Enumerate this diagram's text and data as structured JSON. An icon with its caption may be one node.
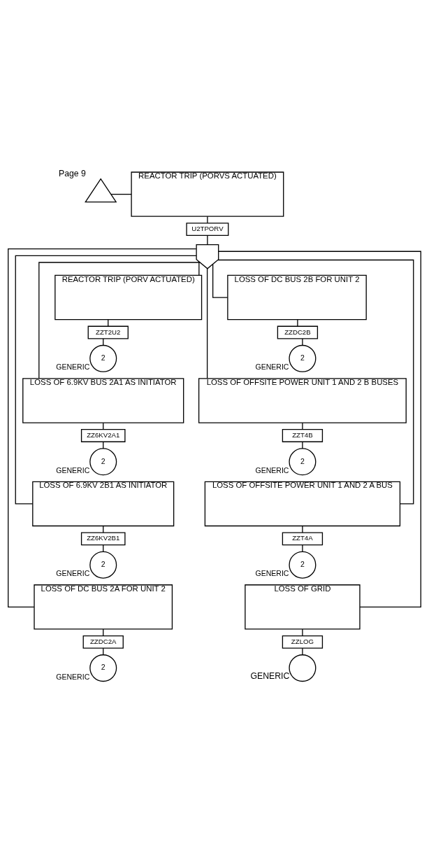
{
  "diagram": {
    "nodes": [
      {
        "text": [],
        "shape": "triangle",
        "beside": [
          "Page 9"
        ]
      },
      {
        "text": [
          "REACTOR TRIP (PORVS ACTUATED)"
        ]
      },
      {
        "text": [
          "U2TPORV"
        ]
      },
      {
        "text": [],
        "shape": "or-gate"
      },
      {
        "text": [
          "REACTOR TRIP (PORV ACTUATED)"
        ]
      },
      {
        "text": [
          "ZZT2U2"
        ]
      },
      {
        "text": [
          "2"
        ],
        "beside": [
          "GENERIC"
        ]
      },
      {
        "text": [
          "LOSS OF DC BUS 2B FOR UNIT 2"
        ]
      },
      {
        "text": [
          "ZZDC2B"
        ]
      },
      {
        "text": [
          "2"
        ],
        "beside": [
          "GENERIC"
        ]
      },
      {
        "text": [
          "LOSS OF 6.9KV BUS 2A1 AS INITIATOR"
        ]
      },
      {
        "text": [
          "ZZ6KV2A1"
        ]
      },
      {
        "text": [
          "2"
        ],
        "beside": [
          "GENERIC"
        ]
      },
      {
        "text": [
          "LOSS OF OFFSITE POWER UNIT 1 AND 2 B BUSES"
        ]
      },
      {
        "text": [
          "ZZT4B"
        ]
      },
      {
        "text": [
          "2"
        ],
        "beside": [
          "GENERIC"
        ]
      },
      {
        "text": [
          "LOSS OF 6.9KV 2B1 AS INITIATOR"
        ]
      },
      {
        "text": [
          "ZZ6KV2B1"
        ]
      },
      {
        "text": [
          "2"
        ],
        "beside": [
          "GENERIC"
        ]
      },
      {
        "text": [
          "LOSS OF OFFSITE POWER UNIT 1 AND 2 A BUS"
        ]
      },
      {
        "text": [
          "ZZT4A"
        ]
      },
      {
        "text": [
          "2"
        ],
        "beside": [
          "GENERIC"
        ]
      },
      {
        "text": [
          "LOSS OF DC BUS 2A FOR UNIT 2"
        ]
      },
      {
        "text": [
          "ZZDC2A"
        ]
      },
      {
        "text": [
          "2"
        ],
        "beside": [
          "GENERIC"
        ]
      },
      {
        "text": [
          "LOSS OF GRID"
        ]
      },
      {
        "text": [
          "ZZLOG"
        ]
      },
      {
        "text": [],
        "shape": "circle",
        "beside": [
          "GENERIC"
        ]
      }
    ],
    "edges": [
      {
        "from": 0,
        "to": 1,
        "arrow": "none"
      },
      {
        "from": 1,
        "to": 2,
        "arrow": "none"
      },
      {
        "from": 2,
        "to": 3,
        "arrow": "none"
      },
      {
        "from": 3,
        "to": 4,
        "arrow": "none"
      },
      {
        "from": 3,
        "to": 7,
        "arrow": "none"
      },
      {
        "from": 3,
        "to": 10,
        "arrow": "none"
      },
      {
        "from": 3,
        "to": 13,
        "arrow": "none"
      },
      {
        "from": 3,
        "to": 16,
        "arrow": "none"
      },
      {
        "from": 3,
        "to": 19,
        "arrow": "none"
      },
      {
        "from": 3,
        "to": 22,
        "arrow": "none"
      },
      {
        "from": 3,
        "to": 25,
        "arrow": "none"
      },
      {
        "from": 4,
        "to": 5,
        "arrow": "none"
      },
      {
        "from": 5,
        "to": 6,
        "arrow": "none"
      },
      {
        "from": 7,
        "to": 8,
        "arrow": "none"
      },
      {
        "from": 8,
        "to": 9,
        "arrow": "none"
      },
      {
        "from": 10,
        "to": 11,
        "arrow": "none"
      },
      {
        "from": 11,
        "to": 12,
        "arrow": "none"
      },
      {
        "from": 13,
        "to": 14,
        "arrow": "none"
      },
      {
        "from": 14,
        "to": 15,
        "arrow": "none"
      },
      {
        "from": 16,
        "to": 17,
        "arrow": "none"
      },
      {
        "from": 17,
        "to": 18,
        "arrow": "none"
      },
      {
        "from": 19,
        "to": 20,
        "arrow": "none"
      },
      {
        "from": 20,
        "to": 21,
        "arrow": "none"
      },
      {
        "from": 22,
        "to": 23,
        "arrow": "none"
      },
      {
        "from": 23,
        "to": 24,
        "arrow": "none"
      },
      {
        "from": 25,
        "to": 26,
        "arrow": "none"
      },
      {
        "from": 26,
        "to": 27,
        "arrow": "none"
      }
    ]
  }
}
